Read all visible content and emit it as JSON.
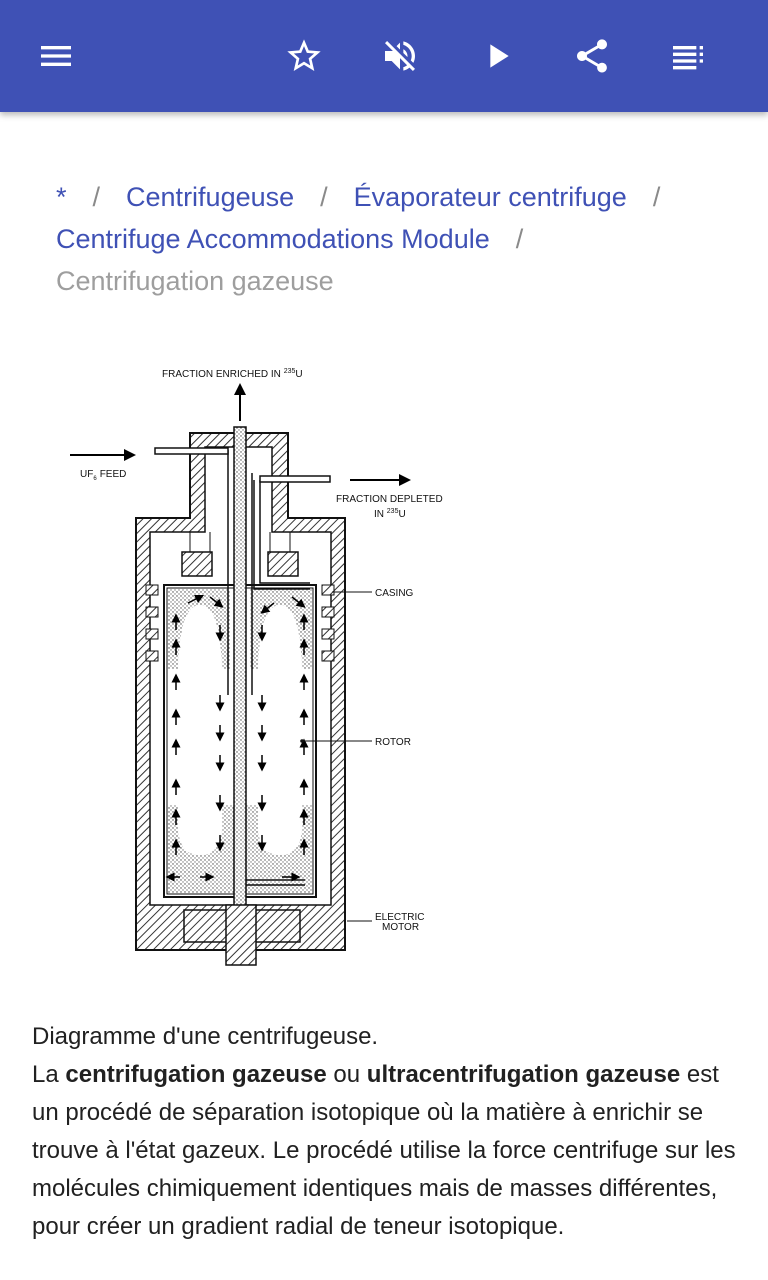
{
  "appbar": {
    "background": "#3f51b5",
    "icons": [
      "menu-icon",
      "star-outline-icon",
      "volume-off-icon",
      "play-icon",
      "share-icon",
      "playlist-icon"
    ]
  },
  "breadcrumb": {
    "items": [
      "*",
      "Centrifugeuse",
      "Évaporateur centrifuge",
      "Centrifuge Accommodations Module"
    ],
    "separator": "/",
    "current": "Centrifugation gazeuse"
  },
  "figure": {
    "labels": {
      "enriched": "FRACTION ENRICHED IN",
      "enriched_sup": "235",
      "enriched_u": "U",
      "feed_uf": "UF",
      "feed_sub": "6",
      "feed_word": "FEED",
      "depleted_1": "FRACTION DEPLETED",
      "depleted_in": "IN",
      "depleted_sup": "235",
      "depleted_u": "U",
      "casing": "CASING",
      "rotor": "ROTOR",
      "motor_1": "ELECTRIC",
      "motor_2": "MOTOR"
    }
  },
  "article": {
    "caption": "Diagramme d'une centrifugeuse.",
    "p_start": "La ",
    "b1": "centrifugation gazeuse",
    "p_mid": " ou ",
    "b2": "ultracentrifugation gazeuse",
    "p_end": " est un procédé de séparation isotopique où la matière à enrichir se trouve à l'état gazeux. Le procédé utilise la force centrifuge sur les molécules chimiquement identiques mais de masses différentes, pour créer un gradient radial de teneur isotopique."
  }
}
